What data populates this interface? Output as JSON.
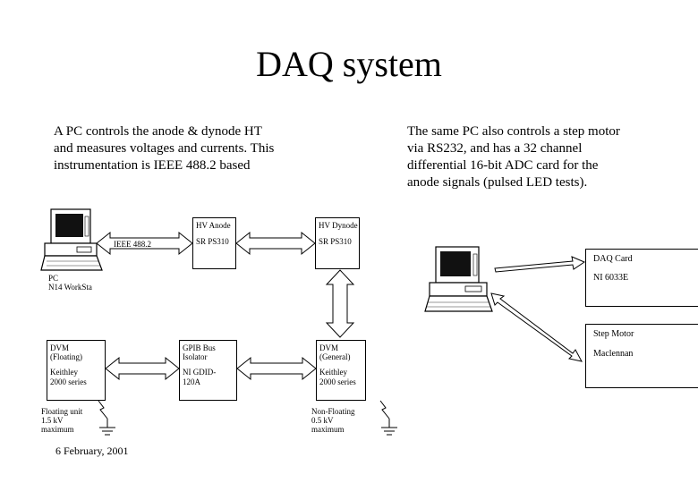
{
  "title": "DAQ system",
  "left_text": [
    "A PC controls the anode & dynode HT",
    "and measures voltages and currents. This",
    "instrumentation is IEEE 488.2 based"
  ],
  "right_text": [
    "The same PC also controls a step motor",
    "via RS232, and has a 32 channel",
    "differential 16-bit ADC card for the",
    "anode signals (pulsed LED tests)."
  ],
  "left_diagram": {
    "pc_label": [
      "PC",
      "N14 WorkSta"
    ],
    "ieee_label": "IEEE 488.2",
    "hv_anode": {
      "line1": "HV Anode",
      "line2": "SR PS310"
    },
    "hv_dynode": {
      "line1": "HV Dynode",
      "line2": "SR PS310"
    },
    "dvm_floating": {
      "line1": "DVM",
      "line2": "(Floating)",
      "line3": "Keithley",
      "line4": "2000 series"
    },
    "gpib": {
      "line1": "GPIB Bus",
      "line2": "Isolator",
      "line3": "NI GDID-",
      "line4": "120A"
    },
    "dvm_general": {
      "line1": "DVM",
      "line2": "(General)",
      "line3": "Keithley",
      "line4": "2000 series"
    },
    "floating_note": [
      "Floating unit",
      "1.5 kV",
      "maximum"
    ],
    "nonfloating_note": [
      "Non-Floating",
      "0.5 kV",
      "maximum"
    ]
  },
  "right_diagram": {
    "daq_card": {
      "line1": "DAQ Card",
      "line2": "NI 6033E"
    },
    "step_motor": {
      "line1": "Step Motor",
      "line2": "Maclennan"
    }
  },
  "footer_date": "6 February, 2001"
}
